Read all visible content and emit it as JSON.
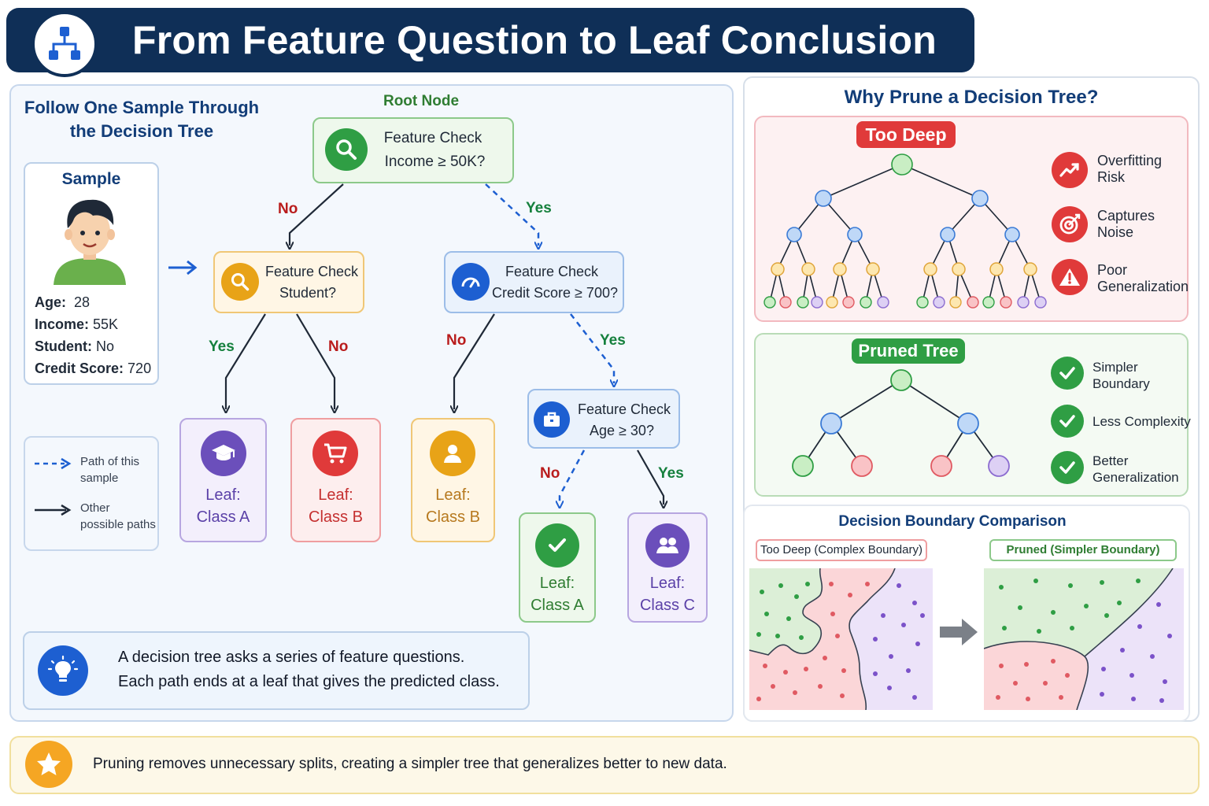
{
  "title": "From Feature Question to Leaf Conclusion",
  "left": {
    "heading_line1": "Follow One Sample Through",
    "heading_line2": "the Decision Tree",
    "root_label": "Root Node",
    "sample": {
      "title": "Sample",
      "rows": [
        {
          "key": "Age:",
          "value": "28"
        },
        {
          "key": "Income:",
          "value": "55K"
        },
        {
          "key": "Student:",
          "value": "No"
        },
        {
          "key": "Credit Score:",
          "value": "720"
        }
      ]
    },
    "legend": {
      "dashed": "Path of this sample",
      "solid": "Other possible paths"
    },
    "nodes": {
      "root": {
        "title": "Feature Check",
        "question": "Income ≥ 50K?"
      },
      "student": {
        "title": "Feature Check",
        "question": "Student?"
      },
      "credit": {
        "title": "Feature Check",
        "question": "Credit Score ≥ 700?"
      },
      "age": {
        "title": "Feature Check",
        "question": "Age ≥ 30?"
      }
    },
    "edges": {
      "root_no": "No",
      "root_yes": "Yes",
      "student_yes": "Yes",
      "student_no": "No",
      "credit_no": "No",
      "credit_yes": "Yes",
      "age_no": "No",
      "age_yes": "Yes"
    },
    "leaves": [
      {
        "line1": "Leaf:",
        "line2": "Class A",
        "icon": "graduation-cap-icon"
      },
      {
        "line1": "Leaf:",
        "line2": "Class B",
        "icon": "shopping-cart-icon"
      },
      {
        "line1": "Leaf:",
        "line2": "Class B",
        "icon": "user-icon"
      },
      {
        "line1": "Leaf:",
        "line2": "Class A",
        "icon": "checkmark-icon"
      },
      {
        "line1": "Leaf:",
        "line2": "Class C",
        "icon": "group-icon"
      }
    ],
    "info": {
      "line1": "A decision tree asks a series of feature questions.",
      "line2": "Each path ends at a leaf that gives the predicted class."
    }
  },
  "right": {
    "heading": "Why Prune a Decision Tree?",
    "deep": {
      "label": "Too Deep",
      "reasons": [
        {
          "line1": "Overfitting",
          "line2": "Risk",
          "icon": "trend-up-icon"
        },
        {
          "line1": "Captures",
          "line2": "Noise",
          "icon": "target-icon"
        },
        {
          "line1": "Poor",
          "line2": "Generalization",
          "icon": "warning-icon"
        }
      ]
    },
    "pruned": {
      "label": "Pruned Tree",
      "reasons": [
        {
          "line1": "Simpler",
          "line2": "Boundary",
          "icon": "check-circle-icon"
        },
        {
          "line1": "Less Complexity",
          "line2": "",
          "icon": "check-circle-icon"
        },
        {
          "line1": "Better",
          "line2": "Generalization",
          "icon": "check-circle-icon"
        }
      ]
    },
    "compare": {
      "heading": "Decision Boundary Comparison",
      "deep_tag": "Too Deep (Complex Boundary)",
      "pruned_tag": "Pruned (Simpler Boundary)"
    }
  },
  "footer": {
    "text": "Pruning  removes unnecessary splits, creating a simpler tree that generalizes better to new data."
  },
  "colors": {
    "navy": "#0f2f57",
    "blue": "#1d5fd1",
    "green": "#2f9e44",
    "red": "#e03a3a",
    "purple": "#6b4fbb",
    "orange": "#e8a317"
  }
}
